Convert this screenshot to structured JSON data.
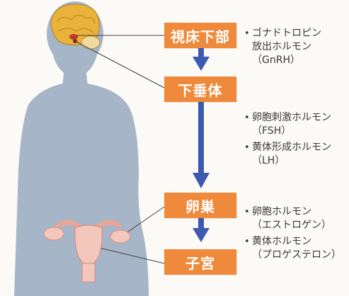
{
  "boxes": {
    "hypothalamus": "視床下部",
    "pituitary": "下垂体",
    "ovary": "卵巣",
    "uterus": "子宮"
  },
  "notes": {
    "hypothalamus": [
      {
        "lines": [
          "ゴナドトロピン",
          "放出ホルモン",
          "（GnRH）"
        ]
      }
    ],
    "pituitary": [
      {
        "lines": [
          "卵胞刺激ホルモン",
          "（FSH）"
        ]
      },
      {
        "lines": [
          "黄体形成ホルモン",
          "（LH）"
        ]
      }
    ],
    "ovary": [
      {
        "lines": [
          "卵胞ホルモン",
          "（エストロゲン）"
        ]
      },
      {
        "lines": [
          "黄体ホルモン",
          "（プロゲステロン）"
        ]
      }
    ]
  },
  "bullet": "•",
  "colors": {
    "box": "#ef8a3c",
    "arrow": "#3e59b0",
    "body": "#a6b5c7",
    "brain": "#e9b23a",
    "uterus": "#f4c7bd"
  }
}
